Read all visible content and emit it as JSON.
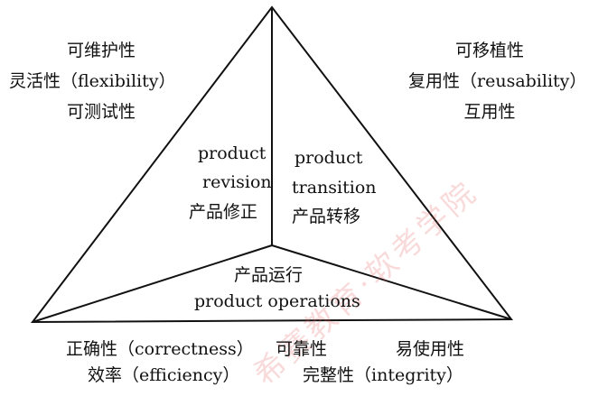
{
  "colors": {
    "line": "#111111",
    "text": "#111111",
    "watermark": "#e85c5c"
  },
  "sections": {
    "revision": {
      "name_en_1": "product",
      "name_en_2": "revision",
      "name_zh": "产品修正",
      "qualities": [
        "可维护性",
        "灵活性（flexibility）",
        "可测试性"
      ]
    },
    "transition": {
      "name_en_1": "product",
      "name_en_2": "transition",
      "name_zh": "产品转移",
      "qualities": [
        "可移植性",
        "复用性（reusability）",
        "互用性"
      ]
    },
    "operations": {
      "name_zh": "产品运行",
      "name_en": "product operations",
      "qualities": [
        "正确性（correctness）",
        "可靠性",
        "易使用性",
        "效率（efficiency）",
        "完整性（integrity）"
      ]
    }
  },
  "watermark_text": "希赛教育·软考学院"
}
